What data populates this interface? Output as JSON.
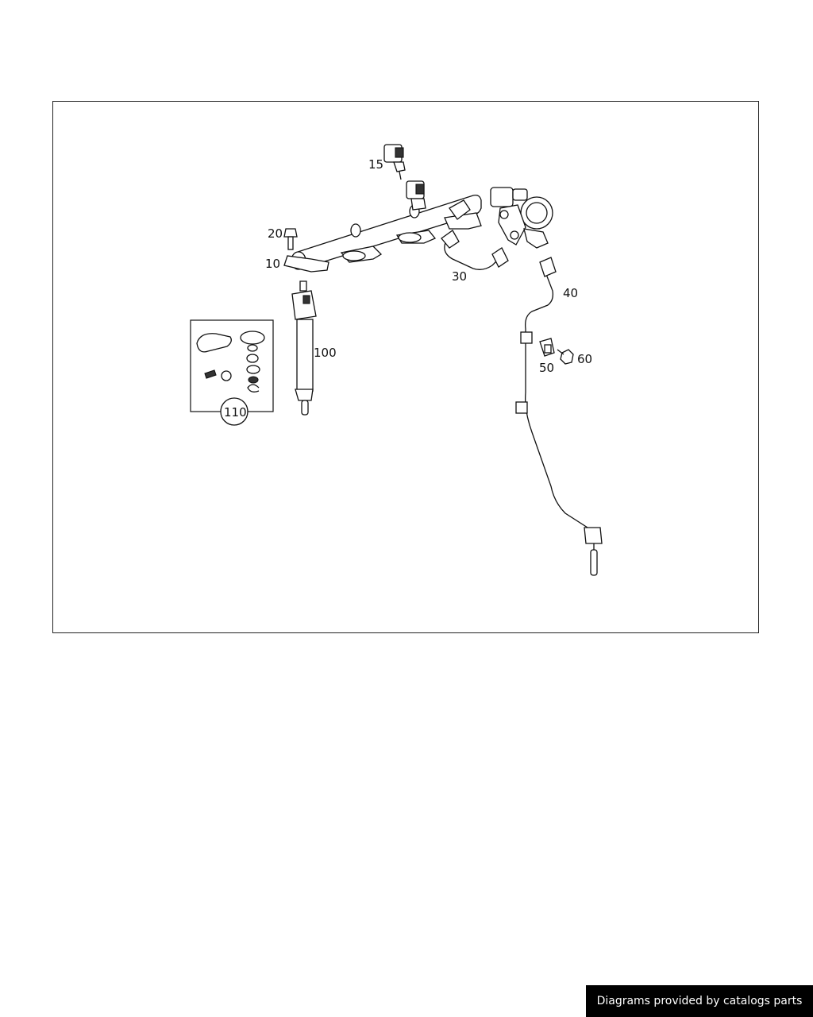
{
  "diagram": {
    "callouts": {
      "c10": "10",
      "c15": "15",
      "c20": "20",
      "c30": "30",
      "c40": "40",
      "c50": "50",
      "c60": "60",
      "c100": "100",
      "c110": "110"
    }
  },
  "footer": {
    "credit": "Diagrams provided by catalogs parts"
  }
}
